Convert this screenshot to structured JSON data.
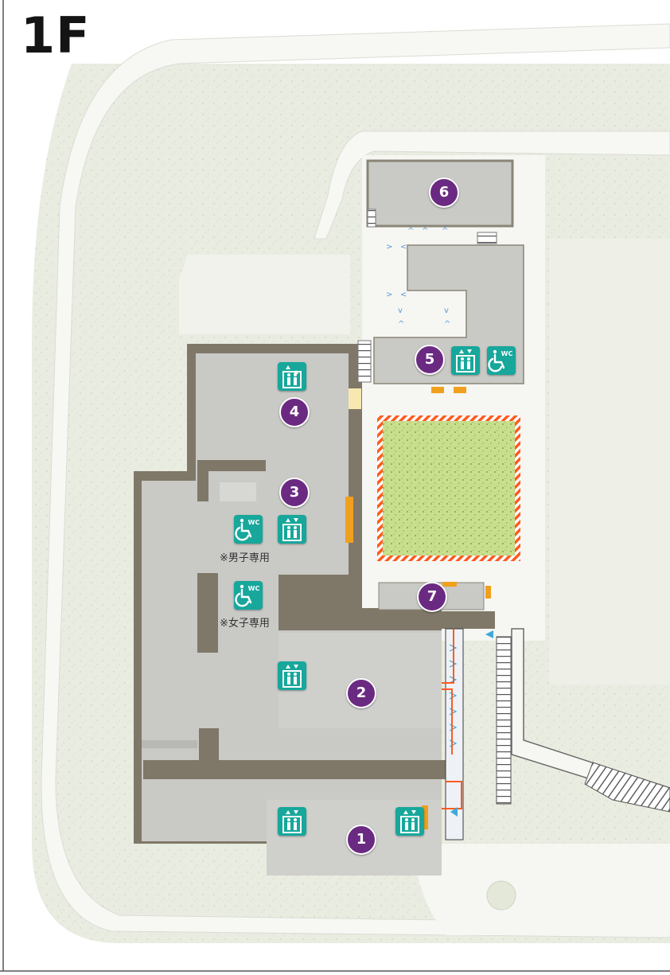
{
  "floor": {
    "label": "1F"
  },
  "colors": {
    "building": "#c8c8c5",
    "building_edge": "#7f7868",
    "ground": "#ecefe4",
    "path": "#f6f6f3",
    "lawn": "#c9df8e",
    "marker": "#6b2a82",
    "facility_icon": "#17a79b",
    "hatch": "#ff5a1f",
    "entrance": "#f0a01e"
  },
  "markers": [
    "1",
    "2",
    "3",
    "4",
    "5",
    "6",
    "7"
  ],
  "facility_icons": [
    "elevator-icon",
    "accessible-toilet-icon"
  ],
  "toilet_icon_text": "WC",
  "notes": {
    "men_only": "※男子専用",
    "women_only": "※女子専用"
  }
}
